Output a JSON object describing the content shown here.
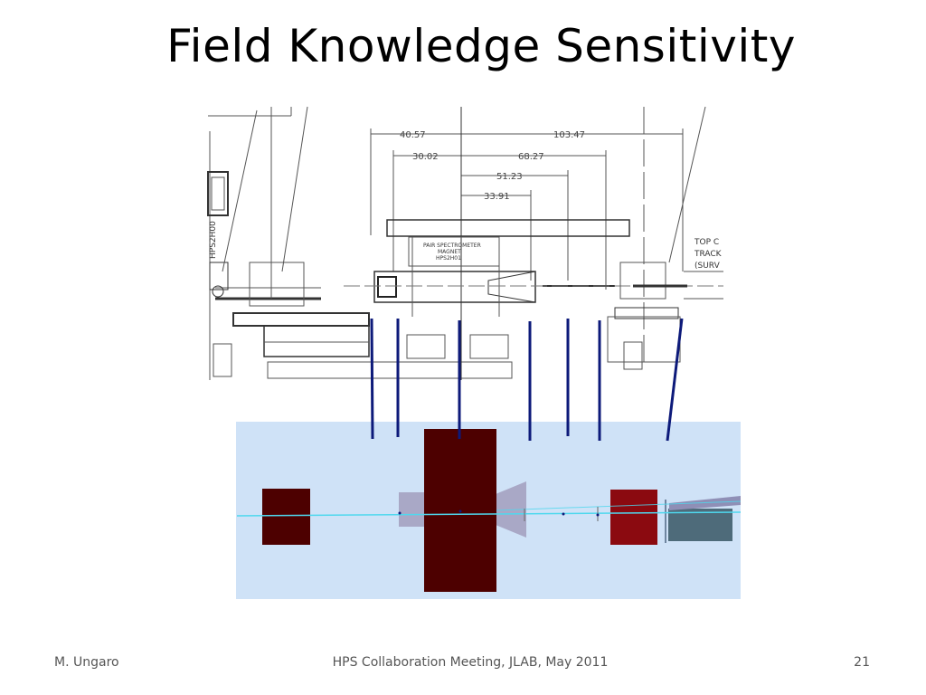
{
  "slide": {
    "title": "Field Knowledge Sensitivity"
  },
  "drawing": {
    "dimensions": [
      "40.57",
      "103.47",
      "30.02",
      "68.27",
      "51.23",
      "33.91"
    ],
    "magnet_label": [
      "PAIR SPECTROMETER",
      "MAGNET",
      "HPS2H01"
    ],
    "side_labels": [
      "TOP C",
      "TRACK",
      "(SURV"
    ],
    "vertical_label": "HPS2H00"
  },
  "footer": {
    "author": "M. Ungaro",
    "meeting": "HPS Collaboration Meeting, JLAB, May 2011",
    "page_number": "21"
  },
  "colors": {
    "connector_lines": "#0d1a7a",
    "sim_background": "#cfe2f7",
    "beamline": "#4fd8ee",
    "magnet": "#4d0000",
    "target_block": "#8b0a10",
    "detector": "#4e6b7a"
  }
}
